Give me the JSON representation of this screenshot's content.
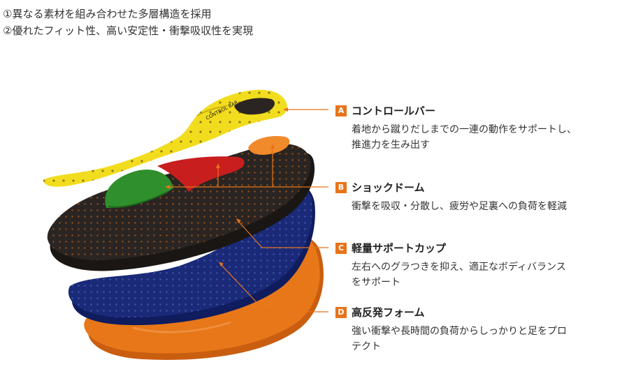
{
  "intro": {
    "line1": "①異なる素材を組み合わせた多層構造を採用",
    "line2": "②優れたフィット性、高い安定性・衝撃吸収性を実現"
  },
  "diagram": {
    "insole_print": "CONTROL BAR",
    "colors": {
      "accent": "#e8731a",
      "yellow": "#f2dc1e",
      "red": "#c81e1e",
      "green": "#2f8f2c",
      "black": "#2a2522",
      "navy": "#1a2a78",
      "orange": "#e77718"
    }
  },
  "features": [
    {
      "badge": "A",
      "title": "コントロールバー",
      "desc": [
        "着地から蹴りだしまでの一連の動作をサポートし、",
        "推進力を生み出す"
      ]
    },
    {
      "badge": "B",
      "title": "ショックドーム",
      "desc": [
        "衝撃を吸収・分散し、疲労や足裏への負荷を軽減"
      ]
    },
    {
      "badge": "C",
      "title": "軽量サポートカップ",
      "desc": [
        "左右へのグラつきを抑え、適正なボディバランス",
        "をサポート"
      ]
    },
    {
      "badge": "D",
      "title": "高反発フォーム",
      "desc": [
        "強い衝撃や長時間の負荷からしっかりと足をプロ",
        "テクト"
      ]
    }
  ]
}
